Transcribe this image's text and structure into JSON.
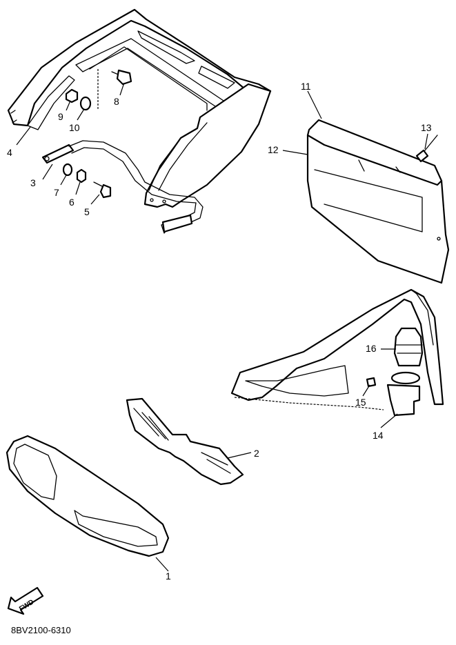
{
  "drawing_code": "8BV2100-6310",
  "fwd_label": "FWD",
  "callouts": {
    "c1": "1",
    "c2": "2",
    "c3": "3",
    "c4": "4",
    "c5": "5",
    "c6": "6",
    "c7": "7",
    "c8": "8",
    "c9": "9",
    "c10": "10",
    "c11": "11",
    "c12": "12",
    "c13": "13",
    "c14": "14",
    "c15": "15",
    "c16": "16"
  }
}
